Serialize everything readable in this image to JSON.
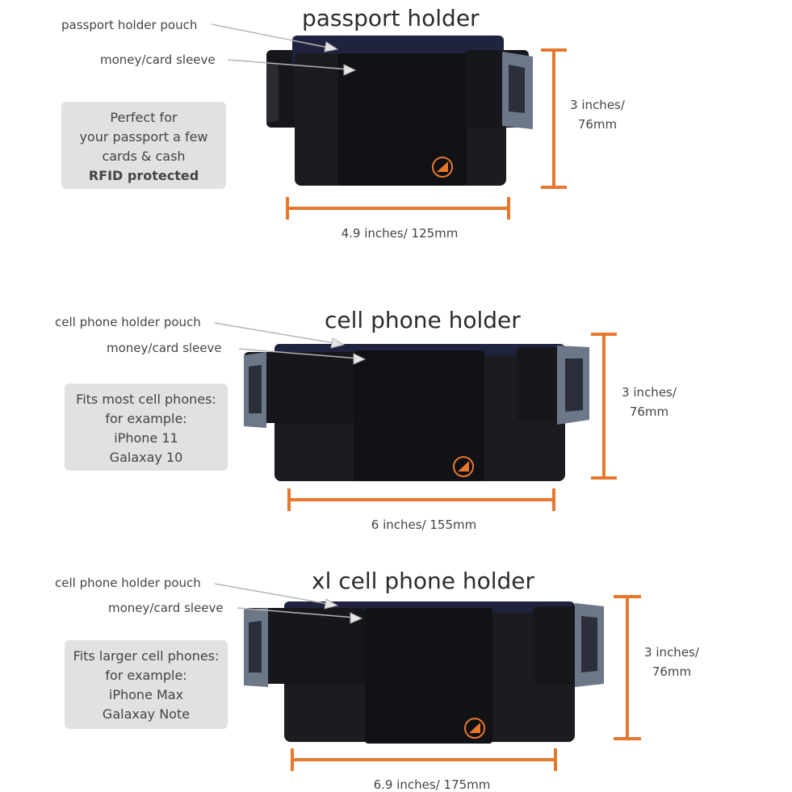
{
  "colors": {
    "accent": "#e8772e",
    "fabric": "#1b1c20",
    "fabric_dark": "#0e0f12",
    "pouch_back": "#1f2340",
    "info_box": "#e1e1e1",
    "buckle": "#6c7788"
  },
  "products": [
    {
      "title": "passport holder",
      "callouts": [
        "passport holder pouch",
        "money/card sleeve"
      ],
      "info": [
        "Perfect for",
        "your passport a few",
        "cards & cash"
      ],
      "info_bold": "RFID protected",
      "width_label": "4.9 inches/ 125mm",
      "height_label": [
        "3 inches/",
        "76mm"
      ],
      "logo_icon": "logo-badge-icon"
    },
    {
      "title": "cell phone holder",
      "callouts": [
        "cell phone holder pouch",
        "money/card sleeve"
      ],
      "info": [
        "Fits most cell phones:",
        "for example:",
        "iPhone 11",
        "Galaxay 10"
      ],
      "info_bold": "",
      "width_label": "6 inches/ 155mm",
      "height_label": [
        "3 inches/",
        "76mm"
      ],
      "logo_icon": "logo-badge-icon"
    },
    {
      "title": "xl cell phone holder",
      "callouts": [
        "cell phone holder pouch",
        "money/card sleeve"
      ],
      "info": [
        "Fits larger cell phones:",
        "for example:",
        "iPhone Max",
        "Galaxay Note"
      ],
      "info_bold": "",
      "width_label": "6.9 inches/ 175mm",
      "height_label": [
        "3 inches/",
        "76mm"
      ],
      "logo_icon": "logo-badge-icon"
    }
  ]
}
